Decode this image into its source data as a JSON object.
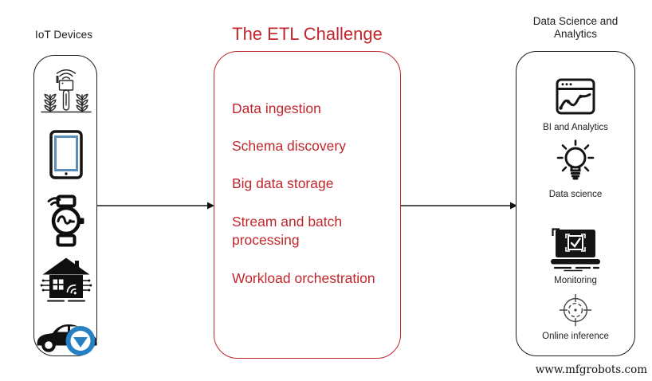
{
  "colors": {
    "accent_red": "#c0272d",
    "outline_black": "#1c1c1c",
    "tablet_screen_blue": "#5b8fb9",
    "steering_wheel_blue": "#2581c4",
    "target_gray": "#4a4a4a"
  },
  "left_panel": {
    "title": "IoT Devices",
    "icons": [
      {
        "name": "agriculture-sensor-icon"
      },
      {
        "name": "tablet-icon"
      },
      {
        "name": "smartwatch-icon"
      },
      {
        "name": "smart-home-icon"
      },
      {
        "name": "connected-car-icon"
      }
    ]
  },
  "center_panel": {
    "title": "The ETL Challenge",
    "items": [
      "Data ingestion",
      "Schema discovery",
      "Big data storage",
      "Stream and batch processing",
      "Workload orchestration"
    ]
  },
  "right_panel": {
    "title": "Data Science and Analytics",
    "items": [
      {
        "icon": "bi-analytics-icon",
        "label": "BI and Analytics"
      },
      {
        "icon": "lightbulb-icon",
        "label": "Data science"
      },
      {
        "icon": "monitoring-laptop-icon",
        "label": "Monitoring"
      },
      {
        "icon": "target-crosshair-icon",
        "label": "Online inference"
      }
    ]
  },
  "footer": {
    "watermark": "www.mfgrobots.com"
  }
}
